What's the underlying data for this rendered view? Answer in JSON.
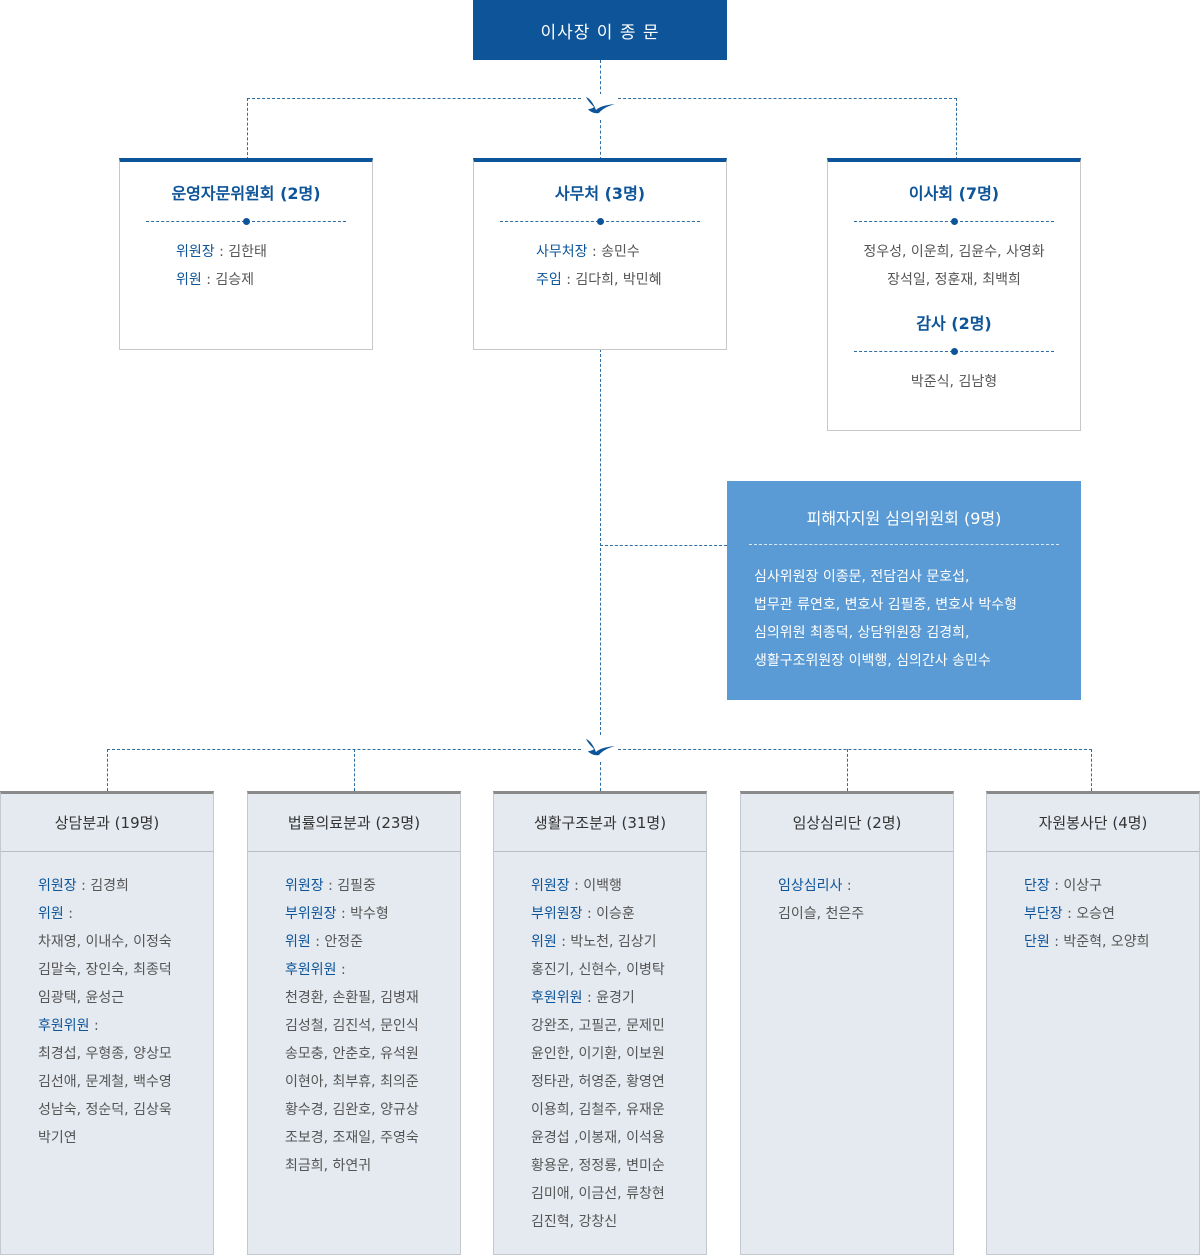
{
  "chairman": "이사장  이 종 문",
  "advisory": {
    "title": "운영자문위원회 (2명)",
    "lines": [
      {
        "label": "위원장",
        "sep": " : ",
        "value": "김한태"
      },
      {
        "label": "위원",
        "sep": " : ",
        "value": "김승제"
      }
    ]
  },
  "secretariat": {
    "title": "사무처 (3명)",
    "lines": [
      {
        "label": "사무처장",
        "sep": " : ",
        "value": "송민수"
      },
      {
        "label": "주임",
        "sep": " : ",
        "value": "김다희, 박민혜"
      }
    ]
  },
  "board": {
    "title": "이사회 (7명)",
    "lines": [
      "정우성, 이운희, 김윤수, 사영화",
      "장석일, 정훈재, 최백희"
    ],
    "audit_title": "감사 (2명)",
    "audit_line": "박준식, 김남형"
  },
  "committee": {
    "title": "피해자지원 심의위원회 (9명)",
    "lines": [
      "심사위원장 이종문, 전담검사 문호섭,",
      "법무관 류연호, 변호사 김필중, 변호사 박수형",
      "심의위원 최종덕, 상담위원장 김경희,",
      "생활구조위원장 이백행, 심의간사 송민수"
    ]
  },
  "divisions": [
    {
      "title": "상담분과 (19명)",
      "lines": [
        {
          "label": "위원장",
          "text": " : 김경희"
        },
        {
          "label": "위원",
          "text": " :"
        },
        {
          "label": "",
          "text": "차재영, 이내수, 이정숙"
        },
        {
          "label": "",
          "text": "김말숙, 장인숙, 최종덕"
        },
        {
          "label": "",
          "text": "임광택, 윤성근"
        },
        {
          "label": "후원위원",
          "text": " :"
        },
        {
          "label": "",
          "text": "최경섭, 우형종, 양상모"
        },
        {
          "label": "",
          "text": "김선애, 문계철, 백수영"
        },
        {
          "label": "",
          "text": "성남숙, 정순덕, 김상욱"
        },
        {
          "label": "",
          "text": "박기연"
        }
      ]
    },
    {
      "title": "법률의료분과 (23명)",
      "lines": [
        {
          "label": "위원장",
          "text": " : 김필중"
        },
        {
          "label": "부위원장",
          "text": " : 박수형"
        },
        {
          "label": "위원",
          "text": " : 안정준"
        },
        {
          "label": "후원위원",
          "text": " :"
        },
        {
          "label": "",
          "text": "천경환, 손환필, 김병재"
        },
        {
          "label": "",
          "text": "김성철, 김진석, 문인식"
        },
        {
          "label": "",
          "text": "송모충, 안춘호, 유석원"
        },
        {
          "label": "",
          "text": "이현아, 최부휴, 최의준"
        },
        {
          "label": "",
          "text": "황수경, 김완호, 양규상"
        },
        {
          "label": "",
          "text": "조보경, 조재일, 주영숙"
        },
        {
          "label": "",
          "text": "최금희, 하연귀"
        }
      ]
    },
    {
      "title": "생활구조분과 (31명)",
      "lines": [
        {
          "label": "위원장",
          "text": " : 이백행"
        },
        {
          "label": "부위원장",
          "text": " : 이승훈"
        },
        {
          "label": "위원",
          "text": " : 박노천, 김상기"
        },
        {
          "label": "",
          "text": "홍진기, 신현수, 이병탁"
        },
        {
          "label": "후원위원",
          "text": " : 윤경기"
        },
        {
          "label": "",
          "text": "강완조, 고필곤, 문제민"
        },
        {
          "label": "",
          "text": "윤인한, 이기환, 이보원"
        },
        {
          "label": "",
          "text": "정타관, 허영준, 황영연"
        },
        {
          "label": "",
          "text": "이용희, 김철주, 유재운"
        },
        {
          "label": "",
          "text": "윤경섭 ,이봉재, 이석용"
        },
        {
          "label": "",
          "text": "황용운, 정정룡, 변미순"
        },
        {
          "label": "",
          "text": "김미애, 이금선, 류창현"
        },
        {
          "label": "",
          "text": "김진혁, 강창신"
        }
      ]
    },
    {
      "title": "임상심리단 (2명)",
      "lines": [
        {
          "label": "임상심리사",
          "text": " :"
        },
        {
          "label": "",
          "text": "김이슬, 천은주"
        }
      ]
    },
    {
      "title": "자원봉사단 (4명)",
      "lines": [
        {
          "label": "단장",
          "text": " : 이상구"
        },
        {
          "label": "부단장",
          "text": " : 오승연"
        },
        {
          "label": "단원",
          "text": " : 박준혁, 오양희"
        }
      ]
    }
  ],
  "icons": [
    "bird-logo-icon"
  ],
  "colors": {
    "navy": "#0d5499",
    "committee": "#5a9bd5",
    "panel": "#e5eaf0"
  }
}
